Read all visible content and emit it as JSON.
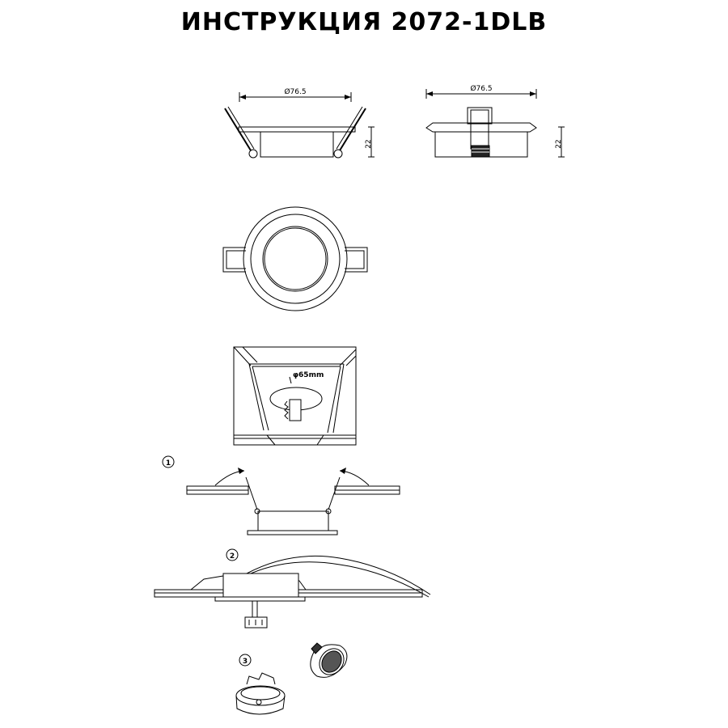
{
  "title": "ИНСТРУКЦИЯ 2072-1DLB",
  "side_view": {
    "diameter": "Ø76.5",
    "height": "22"
  },
  "section_view": {
    "diameter": "Ø76.5",
    "height": "22"
  },
  "cutout": {
    "diameter": "φ65mm"
  },
  "steps": [
    "1",
    "2",
    "3"
  ]
}
